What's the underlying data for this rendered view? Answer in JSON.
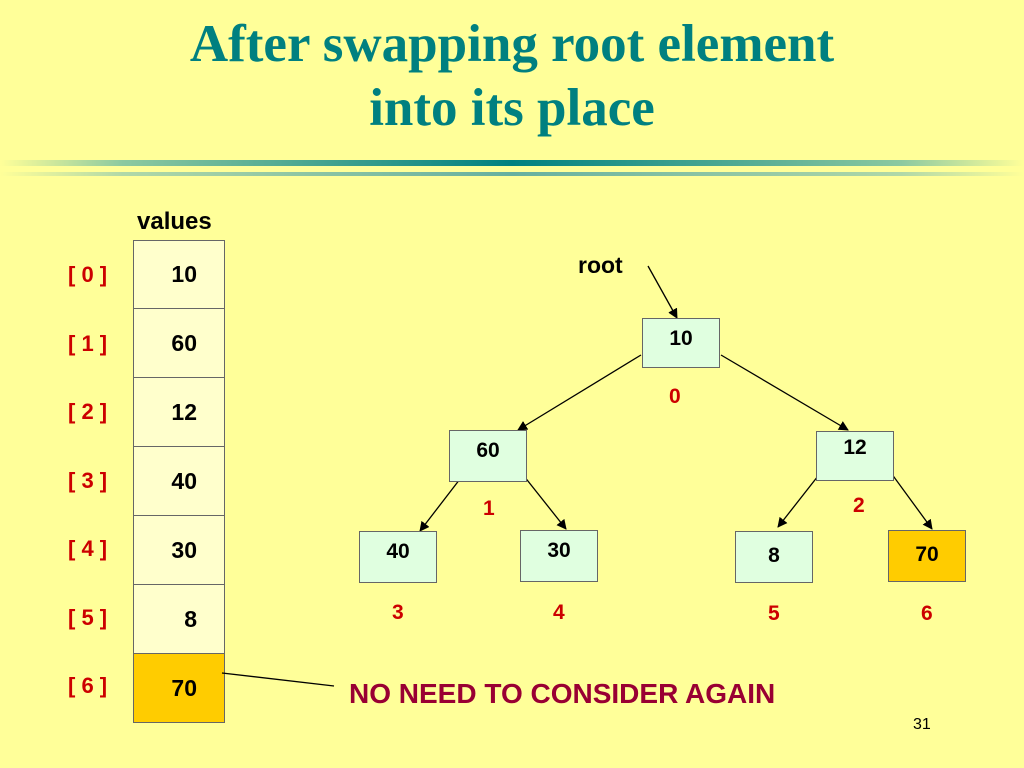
{
  "title": {
    "line1": "After swapping root element",
    "line2": "into its place"
  },
  "array": {
    "label": "values",
    "indices": [
      "[ 0 ]",
      "[ 1 ]",
      "[ 2 ]",
      "[ 3 ]",
      "[ 4 ]",
      "[ 5 ]",
      "[ 6 ]"
    ],
    "values": [
      "10",
      "60",
      "12",
      "40",
      "30",
      "8",
      "70"
    ]
  },
  "tree": {
    "root_label": "root",
    "nodes": [
      {
        "value": "10",
        "index": "0"
      },
      {
        "value": "60",
        "index": "1"
      },
      {
        "value": "12",
        "index": "2"
      },
      {
        "value": "40",
        "index": "3"
      },
      {
        "value": "30",
        "index": "4"
      },
      {
        "value": "8",
        "index": "5"
      },
      {
        "value": "70",
        "index": "6"
      }
    ]
  },
  "note": "NO NEED TO CONSIDER AGAIN",
  "page_number": "31",
  "colors": {
    "background": "#FFFF99",
    "title": "#008080",
    "index_text": "#CC0000",
    "node_fill": "#E0FFE0",
    "highlight": "#FFCC00",
    "note": "#990033"
  }
}
